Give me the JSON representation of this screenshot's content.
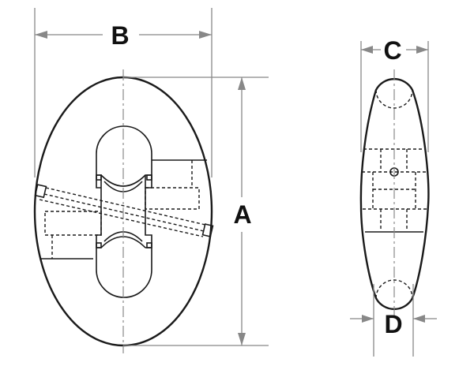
{
  "labels": {
    "A": "A",
    "B": "B",
    "C": "C",
    "D": "D"
  },
  "colors": {
    "outline": "#1a1a1a",
    "dimension": "#888888"
  }
}
